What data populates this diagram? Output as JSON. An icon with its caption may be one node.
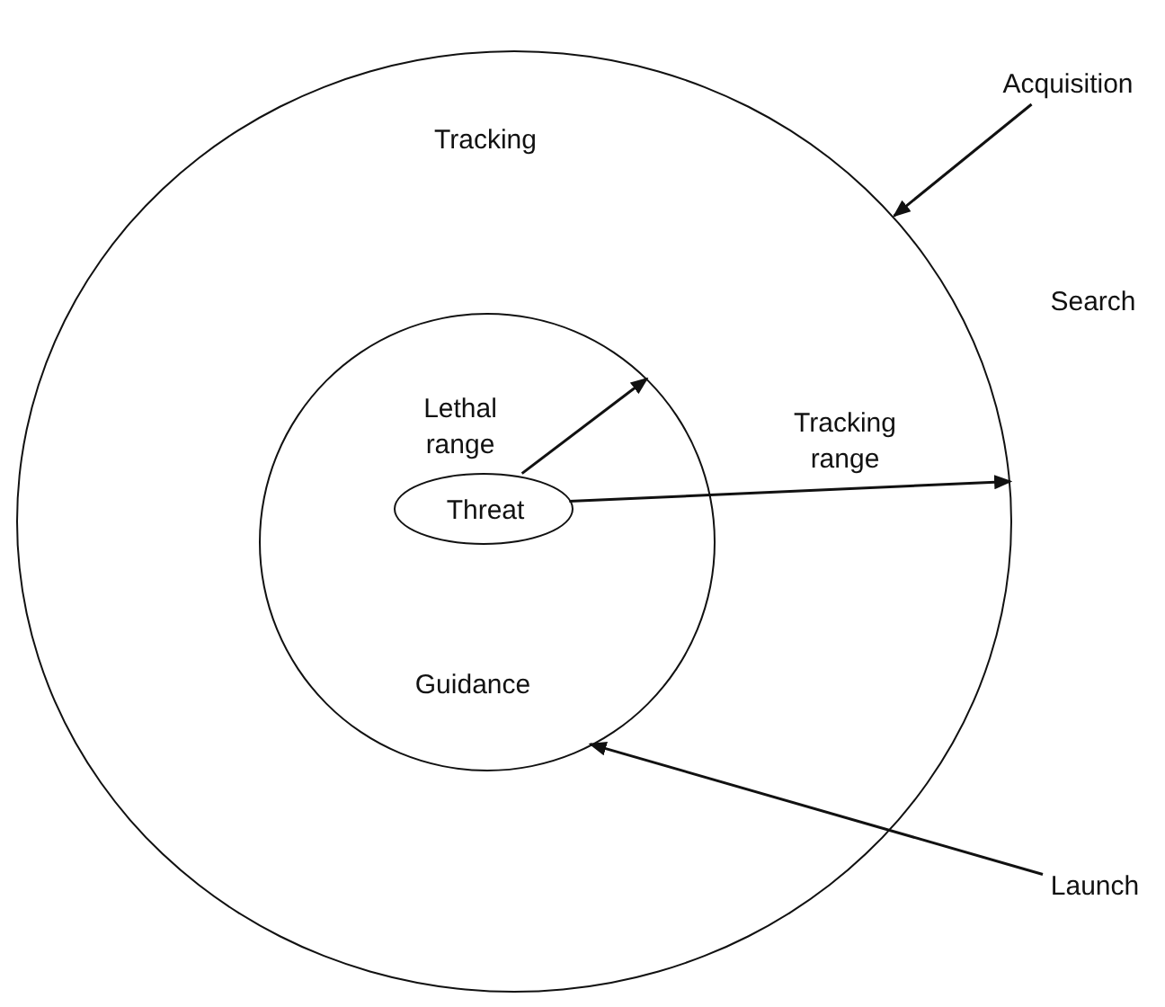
{
  "diagram": {
    "nodes": [
      {
        "text": [
          "Tracking"
        ]
      },
      {
        "text": [
          "Guidance"
        ],
        "in": 0
      },
      {
        "text": [
          "Threat"
        ],
        "in": 1
      },
      {
        "text": [
          "Acquisition"
        ]
      },
      {
        "text": [
          "Launch"
        ]
      }
    ],
    "edges": [
      {
        "from": 2,
        "to": 1,
        "arrow": "to",
        "label": "Lethal range"
      },
      {
        "from": 2,
        "to": 0,
        "arrow": "to",
        "label": "Tracking range"
      },
      {
        "from": 3,
        "to": 0,
        "arrow": "to"
      },
      {
        "from": 4,
        "to": 1,
        "arrow": "to"
      }
    ],
    "labels": [
      "Search"
    ]
  }
}
